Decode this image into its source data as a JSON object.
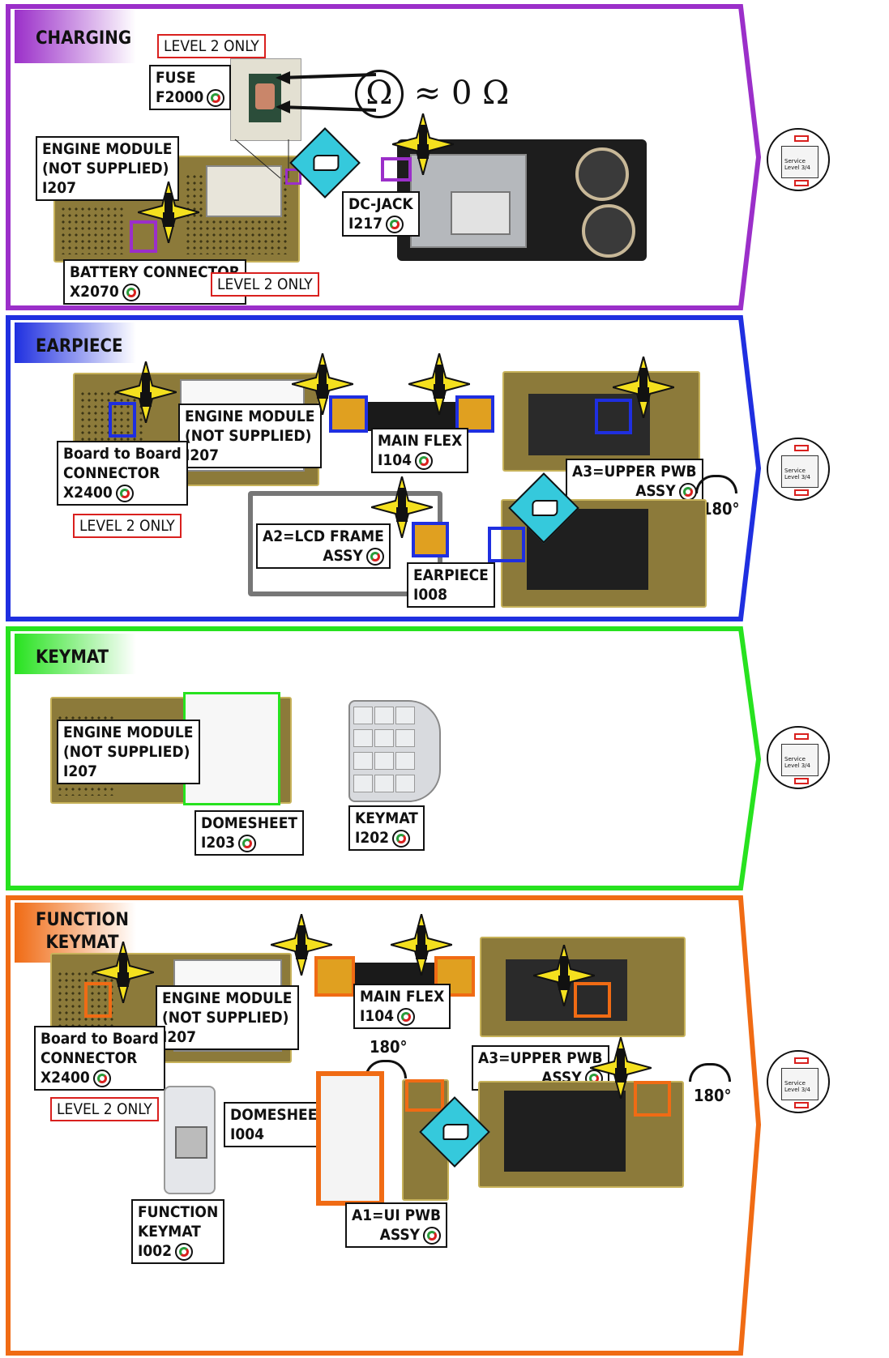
{
  "colors": {
    "charging": "#9b2fc9",
    "earpiece": "#1f2fe0",
    "keymat": "#27e21f",
    "function": "#f06b14",
    "label_red": "#d9201e",
    "tool": "#f4e01e",
    "cyan": "#35c9dc"
  },
  "service_badge": {
    "line1": "Service",
    "line2": "Level 3/4"
  },
  "charging": {
    "tab": "CHARGING",
    "level2_top": "LEVEL 2 ONLY",
    "fuse": {
      "line1": "FUSE",
      "line2": "F2000"
    },
    "ohm": "(Ω) ≈ 0 Ω",
    "engine": {
      "line1": "ENGINE MODULE",
      "line2": "(NOT SUPPLIED)",
      "line3": "I207"
    },
    "dcjack": {
      "line1": "DC-JACK",
      "line2": "I217"
    },
    "battery": {
      "line1": "BATTERY CONNECTOR",
      "line2": "X2070"
    },
    "level2_bottom": "LEVEL 2 ONLY"
  },
  "earpiece": {
    "tab": "EARPIECE",
    "engine": {
      "line1": "ENGINE MODULE",
      "line2": "(NOT SUPPLIED)",
      "line3": "I207"
    },
    "b2b": {
      "line1": "Board to Board",
      "line2": "CONNECTOR",
      "line3": "X2400"
    },
    "level2": "LEVEL 2 ONLY",
    "mainflex": {
      "line1": "MAIN FLEX",
      "line2": "I104"
    },
    "upperpwb": {
      "line1": "A3=UPPER PWB",
      "line2": "ASSY"
    },
    "degrees": "180°",
    "lcdframe": {
      "line1": "A2=LCD FRAME",
      "line2": "ASSY"
    },
    "earpiece": {
      "line1": "EARPIECE",
      "line2": "I008"
    }
  },
  "keymat": {
    "tab": "KEYMAT",
    "engine": {
      "line1": "ENGINE MODULE",
      "line2": "(NOT SUPPLIED)",
      "line3": "I207"
    },
    "domesheet": {
      "line1": "DOMESHEET",
      "line2": "I203"
    },
    "keymat": {
      "line1": "KEYMAT",
      "line2": "I202"
    }
  },
  "function": {
    "tab_line1": "FUNCTION",
    "tab_line2": "KEYMAT",
    "engine": {
      "line1": "ENGINE MODULE",
      "line2": "(NOT SUPPLIED)",
      "line3": "I207"
    },
    "b2b": {
      "line1": "Board to Board",
      "line2": "CONNECTOR",
      "line3": "X2400"
    },
    "level2": "LEVEL 2 ONLY",
    "mainflex": {
      "line1": "MAIN FLEX",
      "line2": "I104"
    },
    "degrees_a": "180°",
    "degrees_b": "180°",
    "upperpwb": {
      "line1": "A3=UPPER PWB",
      "line2": "ASSY"
    },
    "domesheet": {
      "line1": "DOMESHEET",
      "line2": "I004"
    },
    "fkeymat": {
      "line1": "FUNCTION",
      "line2": "KEYMAT",
      "line3": "I002"
    },
    "uipwb": {
      "line1": "A1=UI PWB",
      "line2": "ASSY"
    }
  }
}
